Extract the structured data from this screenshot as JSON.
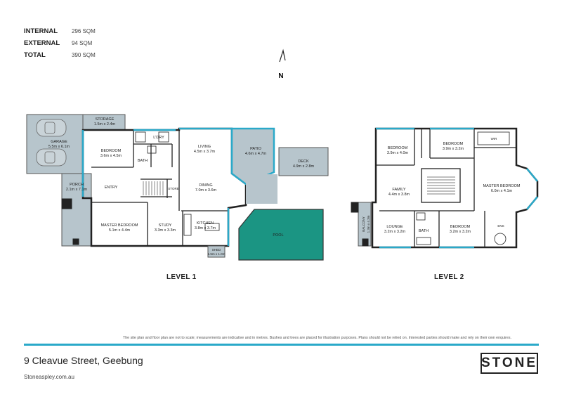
{
  "stats": [
    {
      "label": "INTERNAL",
      "value": "296 SQM"
    },
    {
      "label": "EXTERNAL",
      "value": "94 SQM"
    },
    {
      "label": "TOTAL",
      "value": "390 SQM"
    }
  ],
  "compass": "N",
  "level1": {
    "title": "LEVEL 1",
    "rooms": {
      "storage": {
        "name": "STORAGE",
        "dim": "1.5m x 2.4m"
      },
      "garage": {
        "name": "GARAGE",
        "dim": "5.5m x 6.1m"
      },
      "lory": {
        "name": "L'DRY"
      },
      "bed": {
        "name": "BEDROOM",
        "dim": "3.6m x 4.5m"
      },
      "bath": {
        "name": "BATH"
      },
      "living": {
        "name": "LIVING",
        "dim": "4.5m x 3.7m"
      },
      "patio": {
        "name": "PATIO",
        "dim": "4.6m x 4.7m"
      },
      "deck": {
        "name": "DECK",
        "dim": "4.9m x 2.8m"
      },
      "porch": {
        "name": "PORCH",
        "dim": "2.1m x 7.1m"
      },
      "entry": {
        "name": "ENTRY"
      },
      "store": {
        "name": "STORE"
      },
      "dining": {
        "name": "DINING",
        "dim": "7.0m x 3.6m"
      },
      "master": {
        "name": "MASTER BEDROOM",
        "dim": "5.1m x 4.4m"
      },
      "study": {
        "name": "STUDY",
        "dim": "3.3m x 3.3m"
      },
      "kitchen": {
        "name": "KITCHEN",
        "dim": "3.8m x 3.7m"
      },
      "pool": {
        "name": "POOL"
      },
      "shed": {
        "name": "SHED",
        "dim": "1.5m x 1.0m"
      }
    }
  },
  "level2": {
    "title": "LEVEL 2",
    "rooms": {
      "bed1": {
        "name": "BEDROOM",
        "dim": "3.9m x 4.0m"
      },
      "bed2": {
        "name": "BEDROOM",
        "dim": "3.9m x 3.2m"
      },
      "wir": {
        "name": "WIR"
      },
      "family": {
        "name": "FAMILY",
        "dim": "4.4m x 3.8m"
      },
      "masterup": {
        "name": "MASTER BEDROOM",
        "dim": "6.0m x 4.1m"
      },
      "balcony": {
        "name": "BALCONY",
        "dim": "1.3m x 4.3m"
      },
      "lounge": {
        "name": "LOUNGE",
        "dim": "3.2m x 3.2m"
      },
      "bath": {
        "name": "BATH"
      },
      "bed3": {
        "name": "BEDROOM",
        "dim": "3.2m x 3.2m"
      },
      "ens": {
        "name": "ENS"
      }
    }
  },
  "disclaimer": "The site plan and floor plan are not to scale; measurements are indicative and in metres. Bushes and trees are placed for illustration purposes. Plans should not be relied on. Interested parties should make and rely on their own enquires.",
  "address": "9 Cleavue Street, Geebung",
  "website": "Stoneaspley.com.au",
  "logo": "STONE",
  "colors": {
    "accent": "#2aa9c9",
    "pool": "#1b9583",
    "external": "#b7c5cc"
  }
}
